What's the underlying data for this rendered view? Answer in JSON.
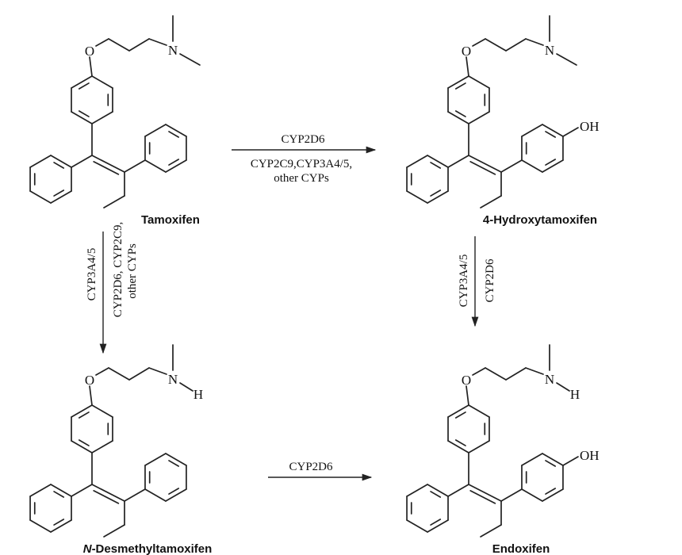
{
  "atoms": {
    "oxygen": "O",
    "nitrogen": "N",
    "hydrogen": "H",
    "hydroxyl": "OH"
  },
  "compounds": {
    "tamoxifen": "Tamoxifen",
    "hydroxytamoxifen": "4-Hydroxytamoxifen",
    "desmethyl_prefix": "N",
    "desmethyl_rest": "-Desmethyltamoxifen",
    "endoxifen": "Endoxifen"
  },
  "reactions": {
    "tam_to_hydroxy": {
      "top": "CYP2D6",
      "bottom_1": "CYP2C9,CYP3A4/5,",
      "bottom_2": "other CYPs"
    },
    "tam_to_desmethyl": {
      "left": "CYP3A4/5",
      "right_1": "CYP2D6, CYP2C9,",
      "right_2": "other CYPs"
    },
    "hydroxy_to_endoxifen": {
      "left": "CYP3A4/5",
      "right": "CYP2D6"
    },
    "desmethyl_to_endoxifen": {
      "top": "CYP2D6"
    }
  }
}
